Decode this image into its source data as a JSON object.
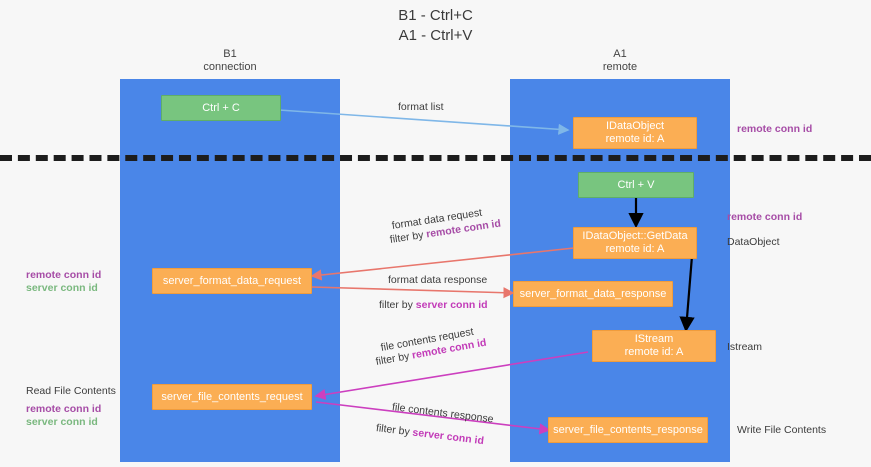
{
  "title": {
    "line1": "B1 - Ctrl+C",
    "line2": "A1 - Ctrl+V"
  },
  "lanes": [
    {
      "name": "B1",
      "sub": "connection"
    },
    {
      "name": "A1",
      "sub": "remote"
    }
  ],
  "boxes": {
    "ctrl_c": "Ctrl + C",
    "ctrl_v": "Ctrl + V",
    "idataobject_l1": "IDataObject",
    "idataobject_l2": "remote id: A",
    "getdata_l1": "IDataObject::GetData",
    "getdata_l2": "remote id: A",
    "istream_l1": "IStream",
    "istream_l2": "remote id: A",
    "server_format_data_request": "server_format_data_request",
    "server_format_data_response": "server_format_data_response",
    "server_file_contents_request": "server_file_contents_request",
    "server_file_contents_response": "server_file_contents_response"
  },
  "edges": {
    "format_list": "format list",
    "format_data_request": "format data request",
    "format_data_response": "format data response",
    "file_contents_request": "file contents request",
    "file_contents_response": "file contents response",
    "filter_by": "filter by",
    "remote_conn_id": "remote conn id",
    "server_conn_id": "server conn id"
  },
  "annotations": {
    "right_remote_conn_id_1": "remote conn id",
    "right_remote_conn_id_2": "remote conn id",
    "right_dataobject": "DataObject",
    "right_istream": "Istream",
    "right_write_file_contents": "Write File Contents",
    "left_remote_conn_id_1": "remote conn id",
    "left_server_conn_id_1": "server conn id",
    "left_read_file_contents": "Read File Contents",
    "left_remote_conn_id_2": "remote conn id",
    "left_server_conn_id_2": "server conn id"
  },
  "colors": {
    "lane": "#4a86e8",
    "green_box": "#78c57f",
    "orange_box": "#fbae54",
    "arrow_blue": "#7fb7e8",
    "arrow_black": "#000000",
    "arrow_red": "#e8766c",
    "arrow_magenta": "#cc3fbf",
    "purple_text": "#a64ca6",
    "green_text": "#7ab87f",
    "divider": "#1d1d1d"
  }
}
